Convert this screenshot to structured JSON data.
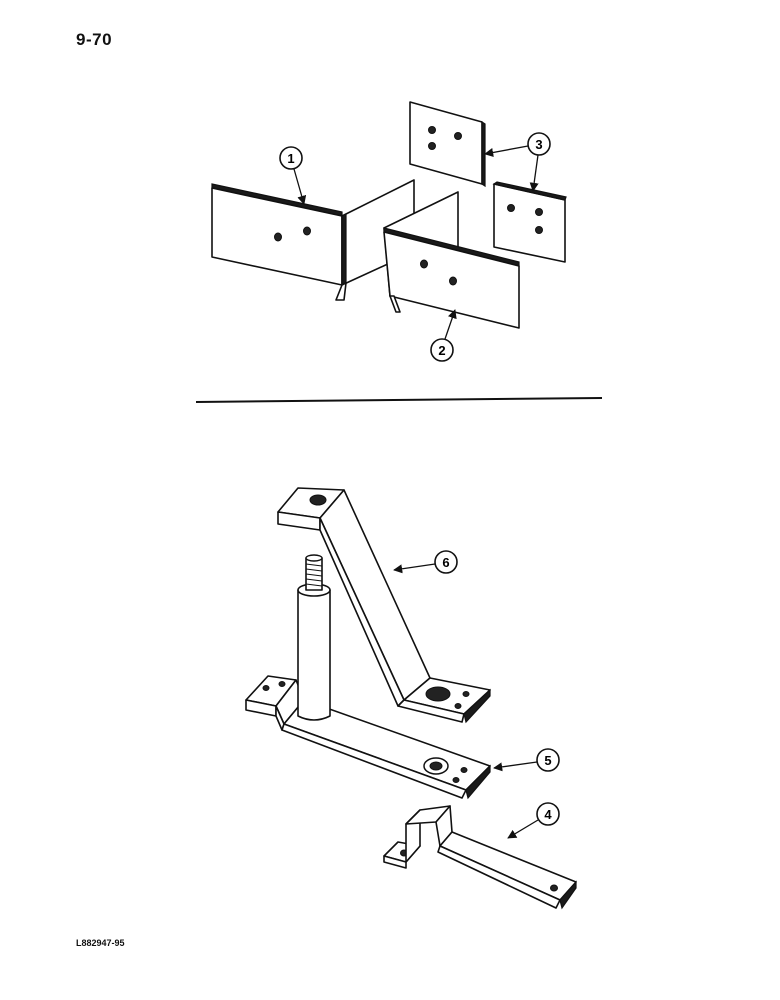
{
  "page": {
    "page_number": "9-70",
    "figure_code": "L882947-95"
  },
  "callouts": {
    "c1": "1",
    "c2": "2",
    "c3": "3",
    "c4": "4",
    "c5": "5",
    "c6": "6"
  }
}
